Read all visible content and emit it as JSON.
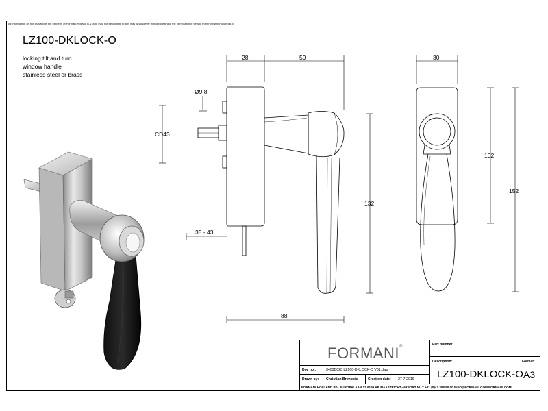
{
  "notice": "All information on the drawing is the property of Formani Holland B.V. and may not be copied, to any way whatsoever without obtaining the permission in writing from Formani Holland B.V.",
  "title": "LZ100-DKLOCK-O",
  "description": [
    "locking tilt and turn",
    "window handle",
    "stainless steel or brass"
  ],
  "dimensions": {
    "d28": "28",
    "d59": "59",
    "d30": "30",
    "d98": "Ø9,8",
    "cd43": "CD43",
    "d3543": "35 - 43",
    "d132": "132",
    "d102": "102",
    "d152": "152",
    "d88": "88"
  },
  "titleblock": {
    "logo": "FORMANI",
    "logo_mark": "®",
    "part_number_label": "Part number:",
    "description_label": "Description:",
    "format_label": "Format:",
    "doc_no_label": "Doc no.:",
    "doc_no": "3403D020 LZ100-DKLOCK-O V01.dwg",
    "drawn_by_label": "Drawn by:",
    "drawn_by": "Christian Brimbois",
    "creation_date_label": "Creation date:",
    "creation_date": "27-7-2016",
    "description_value": "LZ100-DKLOCK-O",
    "format_value": "A3",
    "footer": "FORMANI HOLLAND B.V.   EUROPALAAN 12  6199 AB MAASTRICHT-AIRPORT NL  T +31 (0)43 308 90 00 INFO@FORMANI.COM FORMANI.COM"
  }
}
